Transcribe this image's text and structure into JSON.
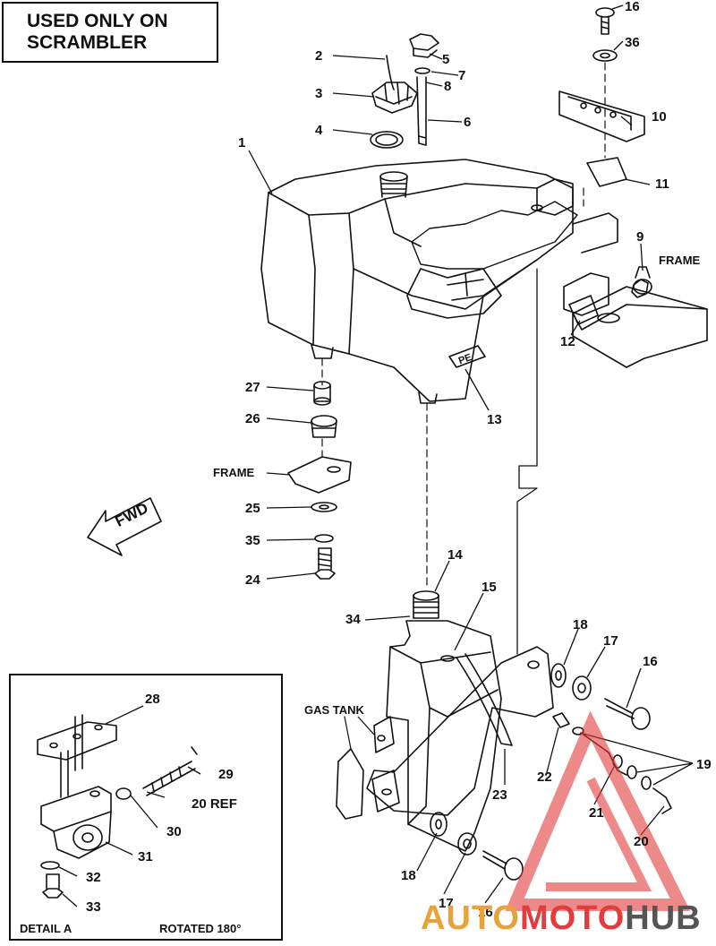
{
  "banner": {
    "line1": "USED ONLY ON",
    "line2": "SCRAMBLER"
  },
  "callouts": {
    "c1": "1",
    "c2": "2",
    "c3": "3",
    "c4": "4",
    "c5": "5",
    "c6": "6",
    "c7": "7",
    "c8": "8",
    "c9": "9",
    "c10": "10",
    "c11": "11",
    "c12": "12",
    "c13": "13",
    "c14": "14",
    "c15": "15",
    "c16a": "16",
    "c16b": "16",
    "c16c": "16",
    "c17a": "17",
    "c17b": "17",
    "c18a": "18",
    "c18b": "18",
    "c19": "19",
    "c20": "20",
    "c21": "21",
    "c22": "22",
    "c23": "23",
    "c24": "24",
    "c25": "25",
    "c26": "26",
    "c27": "27",
    "c28": "28",
    "c29": "29",
    "c30": "30",
    "c31": "31",
    "c32": "32",
    "c33": "33",
    "c34": "34",
    "c35": "35",
    "c36": "36",
    "c20ref": "20 REF"
  },
  "labels": {
    "frame_upper": "FRAME",
    "frame_lower": "FRAME",
    "gas_tank": "GAS TANK",
    "fwd": "FWD",
    "detail_a": "DETAIL A",
    "rotated": "ROTATED 180°",
    "decal": "PE"
  },
  "watermark": {
    "part1": "AUTO",
    "part2": "MOTO",
    "part3": "HUB",
    "colors": {
      "auto": "#e8a23a",
      "moto": "#e23c3c",
      "hub": "#555555"
    }
  }
}
